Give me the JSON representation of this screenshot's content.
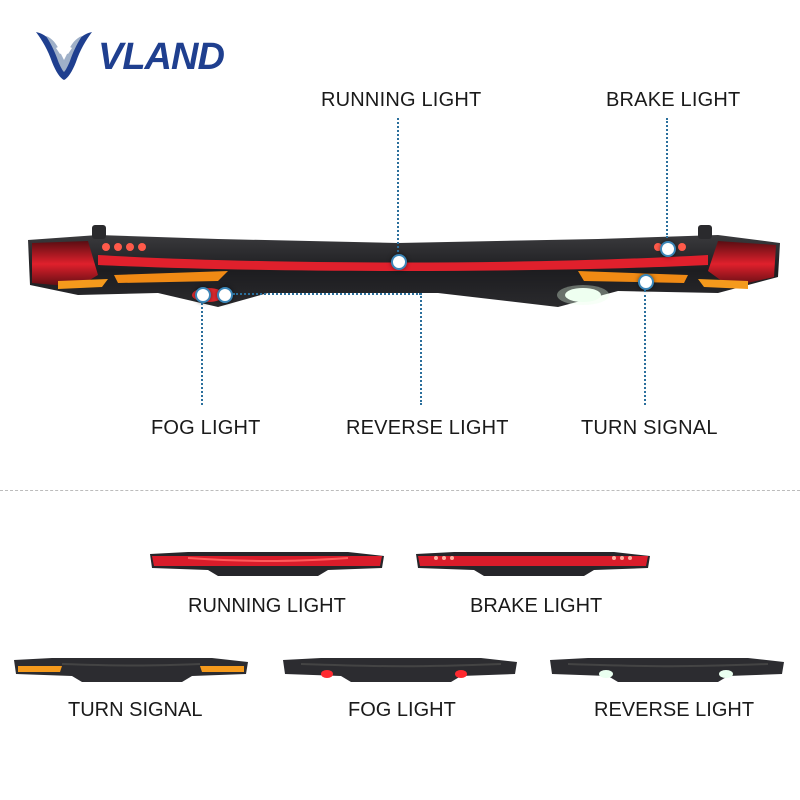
{
  "brand": {
    "name": "VLAND",
    "logo_icon": "vland-eagle-logo"
  },
  "main_labels": {
    "running": "RUNNING LIGHT",
    "brake": "BRAKE LIGHT",
    "fog": "FOG LIGHT",
    "reverse": "REVERSE LIGHT",
    "turn": "TURN SIGNAL"
  },
  "variants": [
    {
      "label": "RUNNING LIGHT"
    },
    {
      "label": "BRAKE LIGHT"
    },
    {
      "label": "TURN SIGNAL"
    },
    {
      "label": "FOG LIGHT"
    },
    {
      "label": "REVERSE LIGHT"
    }
  ],
  "colors": {
    "brand_blue": "#1f3f8f",
    "callout_blue": "#2b6f9c",
    "lamp_red": "#d0182a",
    "turn_amber": "#f59a1c",
    "reverse_white": "#eafff0"
  }
}
